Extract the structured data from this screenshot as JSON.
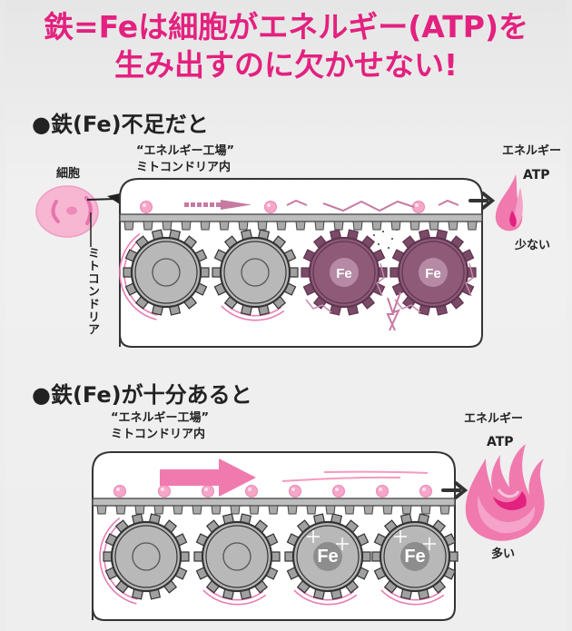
{
  "title": {
    "line1": "鉄=Feは細胞がエネルギー(ATP)を",
    "line2": "生み出すのに欠かせない!"
  },
  "colors": {
    "title_pink": "#e3217f",
    "particle_pink": "#f49ac1",
    "flame_pink": "#f07aae",
    "flame_dark": "#e3217f",
    "weak_gear": "#8e5a78",
    "healthy_gear": "#b8b8b8",
    "text_dark": "#222222"
  },
  "deficient": {
    "heading": "●鉄(Fe)不足だと",
    "factory_label_line1": "“エネルギー工場”",
    "factory_label_line2": "ミトコンドリア内",
    "cell_label": "細胞",
    "mitochondria_label": "ミトコンドリア",
    "energy_label": "エネルギー",
    "atp_label": "ATP",
    "amount_label": "少ない",
    "gears": [
      {
        "state": "normal",
        "label": ""
      },
      {
        "state": "normal",
        "label": ""
      },
      {
        "state": "damaged",
        "label": "Fe"
      },
      {
        "state": "damaged",
        "label": "Fe"
      }
    ]
  },
  "sufficient": {
    "heading": "●鉄(Fe)が十分あると",
    "factory_label_line1": "“エネルギー工場”",
    "factory_label_line2": "ミトコンドリア内",
    "energy_label": "エネルギー",
    "atp_label": "ATP",
    "amount_label": "多い",
    "gears": [
      {
        "state": "normal",
        "label": ""
      },
      {
        "state": "normal",
        "label": ""
      },
      {
        "state": "sparkling",
        "label": "Fe"
      },
      {
        "state": "sparkling",
        "label": "Fe"
      }
    ]
  }
}
